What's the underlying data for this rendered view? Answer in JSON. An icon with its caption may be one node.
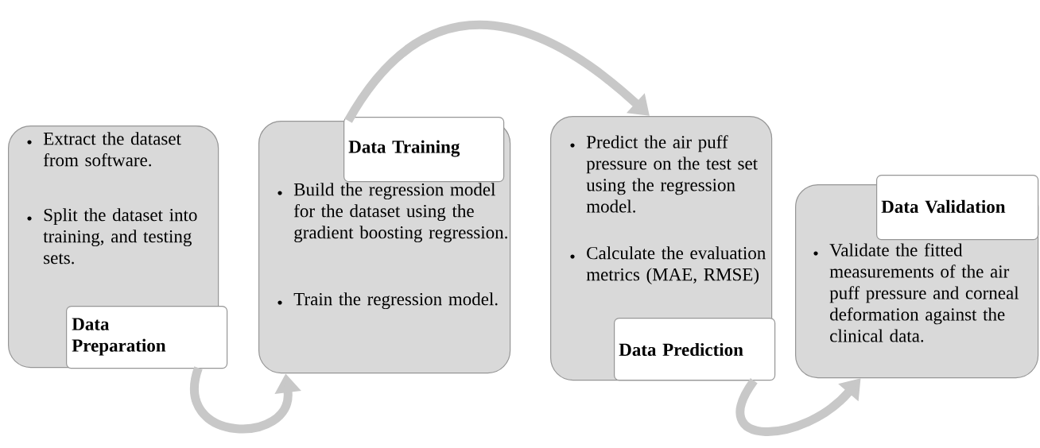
{
  "diagram": {
    "nodes": [
      {
        "text": [
          "Extract the dataset from software.",
          "Split the dataset into training, and testing sets.",
          "Data Preparation"
        ]
      },
      {
        "text": [
          "Data Training",
          "Build the regression model for the dataset using the gradient boosting regression.",
          "Train the regression model."
        ]
      },
      {
        "text": [
          "Predict the air puff pressure on the test set using the regression model.",
          "Calculate the evaluation metrics (MAE, RMSE)",
          "Data Prediction"
        ]
      },
      {
        "text": [
          "Data Validation",
          "Validate the fitted measurements of the air puff pressure and corneal deformation against the clinical data."
        ]
      }
    ],
    "edges": [
      {
        "from": 0,
        "to": 1,
        "arrow": "to"
      },
      {
        "from": 1,
        "to": 2,
        "arrow": "to"
      },
      {
        "from": 2,
        "to": 3,
        "arrow": "to"
      }
    ]
  }
}
